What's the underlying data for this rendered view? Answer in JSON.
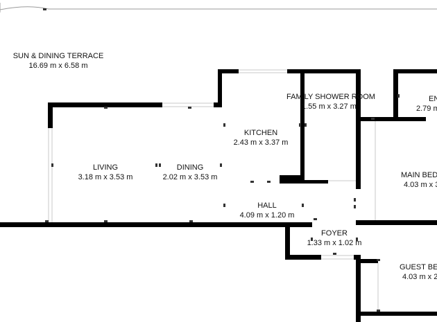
{
  "rooms": {
    "terrace": {
      "name": "SUN & DINING TERRACE",
      "dims": "16.69 m x 6.58 m"
    },
    "living": {
      "name": "LIVING",
      "dims": "3.18 m x 3.53 m"
    },
    "dining": {
      "name": "DINING",
      "dims": "2.02 m x 3.53 m"
    },
    "kitchen": {
      "name": "KITCHEN",
      "dims": "2.43 m x 3.37 m"
    },
    "shower": {
      "name": "FAMILY SHOWER ROOM",
      "dims": "1.55 m x 3.27 m"
    },
    "ensuite": {
      "name": "EN",
      "dims": "2.79 m"
    },
    "main_bed": {
      "name": "MAIN BED",
      "dims": "4.03 m x 3"
    },
    "hall": {
      "name": "HALL",
      "dims": "4.09 m x 1.20 m"
    },
    "foyer": {
      "name": "FOYER",
      "dims": "1.33 m x 1.02 m"
    },
    "guest_bed": {
      "name": "GUEST BED",
      "dims": "4.03 m x 2"
    }
  },
  "colors": {
    "wall": "#000000",
    "background": "#ffffff",
    "outline": "#9a9a9a"
  }
}
